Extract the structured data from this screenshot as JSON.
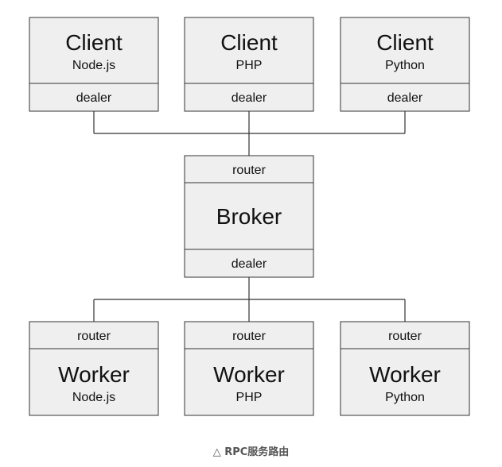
{
  "clients": [
    {
      "title": "Client",
      "subtitle": "Node.js",
      "socket": "dealer"
    },
    {
      "title": "Client",
      "subtitle": "PHP",
      "socket": "dealer"
    },
    {
      "title": "Client",
      "subtitle": "Python",
      "socket": "dealer"
    }
  ],
  "broker": {
    "top_socket": "router",
    "title": "Broker",
    "bottom_socket": "dealer"
  },
  "workers": [
    {
      "title": "Worker",
      "subtitle": "Node.js",
      "socket": "router"
    },
    {
      "title": "Worker",
      "subtitle": "PHP",
      "socket": "router"
    },
    {
      "title": "Worker",
      "subtitle": "Python",
      "socket": "router"
    }
  ],
  "caption": {
    "icon": "triangle-icon",
    "symbol": "△",
    "text": "RPC服务路由"
  }
}
